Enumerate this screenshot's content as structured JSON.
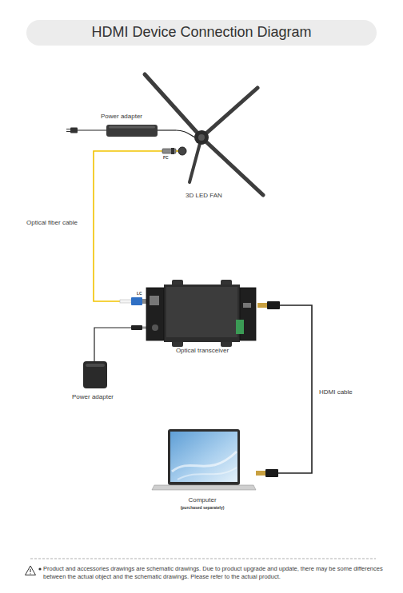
{
  "diagram": {
    "title": "HDMI Device Connection Diagram",
    "nodes": [
      {
        "text": [
          "Power adapter"
        ]
      },
      {
        "text": [
          "3D LED FAN"
        ]
      },
      {
        "text": [
          "Optical transceiver"
        ]
      },
      {
        "text": [
          "Power adapter"
        ]
      },
      {
        "text": [
          "Computer",
          "(purchased separately)"
        ]
      }
    ],
    "edges": [
      {
        "from": 0,
        "to": 1,
        "arrow": "none"
      },
      {
        "from": 1,
        "to": 2,
        "label": "Optical fiber cable",
        "arrow": "none"
      },
      {
        "from": 3,
        "to": 2,
        "arrow": "none"
      },
      {
        "from": 2,
        "to": 4,
        "label": "HDMI cable",
        "arrow": "none"
      }
    ],
    "labels": [
      "FC",
      "LC",
      "Product and accessories drawings are schematic drawings. Due to product upgrade and update, there may be some differences between the actual object and the schematic drawings. Please refer to the actual product."
    ]
  }
}
